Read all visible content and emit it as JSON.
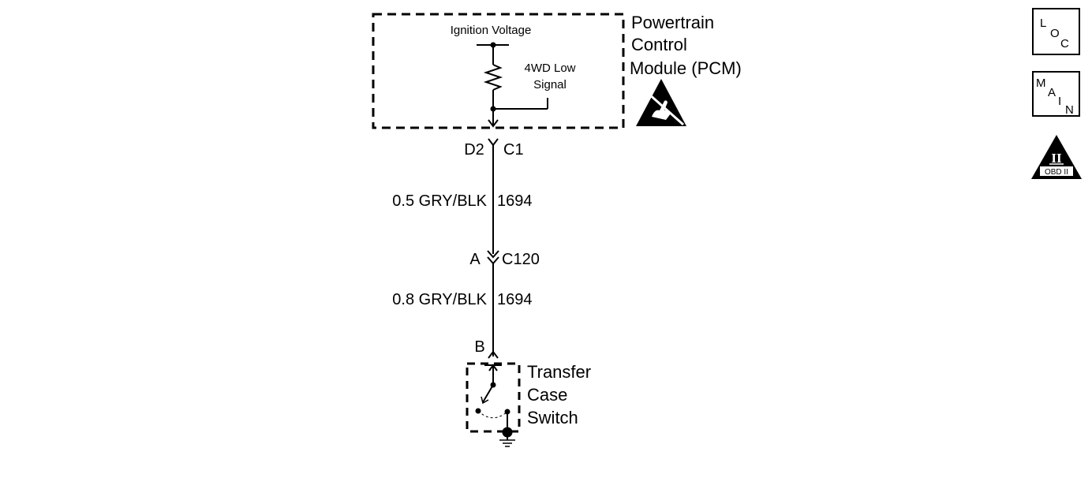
{
  "pcm": {
    "title_lines": [
      "Powertrain",
      "Control",
      "Module (PCM)"
    ],
    "ignition_label": "Ignition Voltage",
    "signal_label_lines": [
      "4WD Low",
      "Signal"
    ]
  },
  "connectors": {
    "c1": {
      "pin": "D2",
      "name": "C1"
    },
    "c120": {
      "pin": "A",
      "name": "C120"
    },
    "switch_pin": "B"
  },
  "wires": {
    "upper": {
      "spec": "0.5 GRY/BLK",
      "circuit": "1694"
    },
    "lower": {
      "spec": "0.8 GRY/BLK",
      "circuit": "1694"
    }
  },
  "switch": {
    "title_lines": [
      "Transfer",
      "Case",
      "Switch"
    ]
  },
  "sidebar": {
    "loc": {
      "letters": [
        "L",
        "O",
        "C"
      ]
    },
    "main": {
      "letters": [
        "M",
        "A",
        "I",
        "N"
      ]
    },
    "obd": {
      "numeral": "II",
      "label": "OBD II"
    }
  },
  "icons": {
    "esd": "esd-warning-icon",
    "ground": "ground-icon"
  }
}
